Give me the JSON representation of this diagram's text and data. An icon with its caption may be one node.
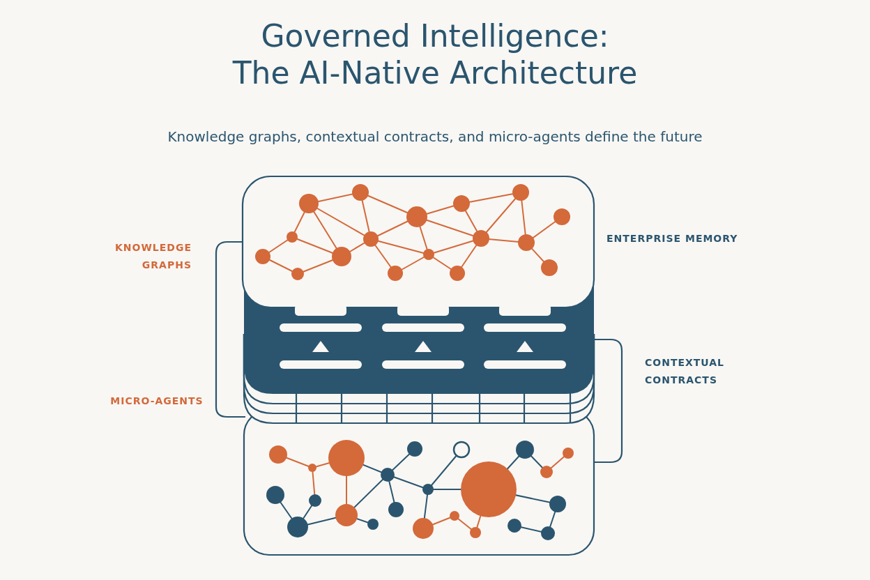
{
  "diagram": {
    "title": "Governed Intelligence: The AI-Native Architecture",
    "labels": [
      "Knowledge graphs, contextual contracts, and micro-agents define the future",
      "KNOWLEDGE GRAPHS",
      "ENTERPRISE MEMORY",
      "CONTEXTUAL CONTRACTS",
      "MICRO-AGENTS"
    ]
  }
}
